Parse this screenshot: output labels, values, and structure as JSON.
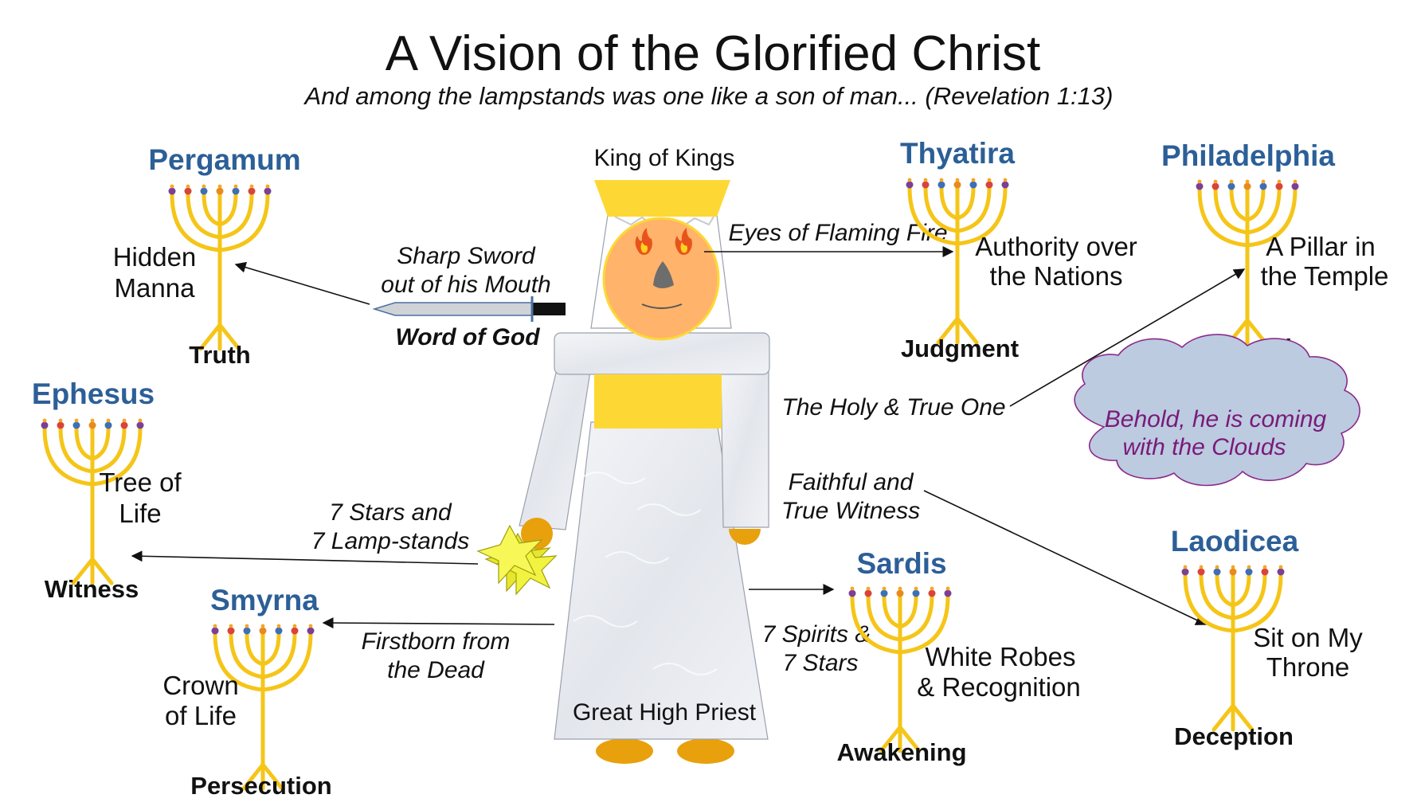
{
  "title": "A Vision of the Glorified Christ",
  "subtitle": "And among the lampstands was one like a son of man... (Revelation 1:13)",
  "figure": {
    "crown_label": "King of Kings",
    "robe_label": "Great High Priest"
  },
  "attributes": {
    "sword": [
      "Sharp Sword",
      "out of his Mouth"
    ],
    "word": "Word of God",
    "eyes": "Eyes of Flaming Fire",
    "holy": "The Holy & True One",
    "faithful": [
      "Faithful and",
      "True Witness"
    ],
    "stars_lamps": [
      "7 Stars and",
      "7 Lamp-stands"
    ],
    "firstborn": [
      "Firstborn from",
      "the Dead"
    ],
    "spirits": [
      "7 Spirits &",
      "7 Stars"
    ]
  },
  "churches": [
    {
      "name": "Pergamum",
      "promise": [
        "Hidden",
        "Manna"
      ],
      "keyword": "Truth"
    },
    {
      "name": "Ephesus",
      "promise": [
        "Tree of",
        "Life"
      ],
      "keyword": "Witness"
    },
    {
      "name": "Smyrna",
      "promise": [
        "Crown",
        "of Life"
      ],
      "keyword": "Persecution"
    },
    {
      "name": "Thyatira",
      "promise": [
        "Authority over",
        "the Nations"
      ],
      "keyword": "Judgment"
    },
    {
      "name": "Philadelphia",
      "promise": [
        "A Pillar in",
        "the Temple"
      ],
      "keyword": "Reward"
    },
    {
      "name": "Sardis",
      "promise": [
        "White Robes",
        "& Recognition"
      ],
      "keyword": "Awakening"
    },
    {
      "name": "Laodicea",
      "promise": [
        "Sit on My",
        "Throne"
      ],
      "keyword": "Deception"
    }
  ],
  "cloud": [
    "Behold, he is coming",
    "with the Clouds"
  ],
  "colors": {
    "church_name": "#2c5f97",
    "lampstand_gold": "#f5c518",
    "crown": "#fdd835",
    "face": "#ffb36b",
    "cloud_fill": "#bccbe0",
    "cloud_text": "#7a1a7a"
  }
}
